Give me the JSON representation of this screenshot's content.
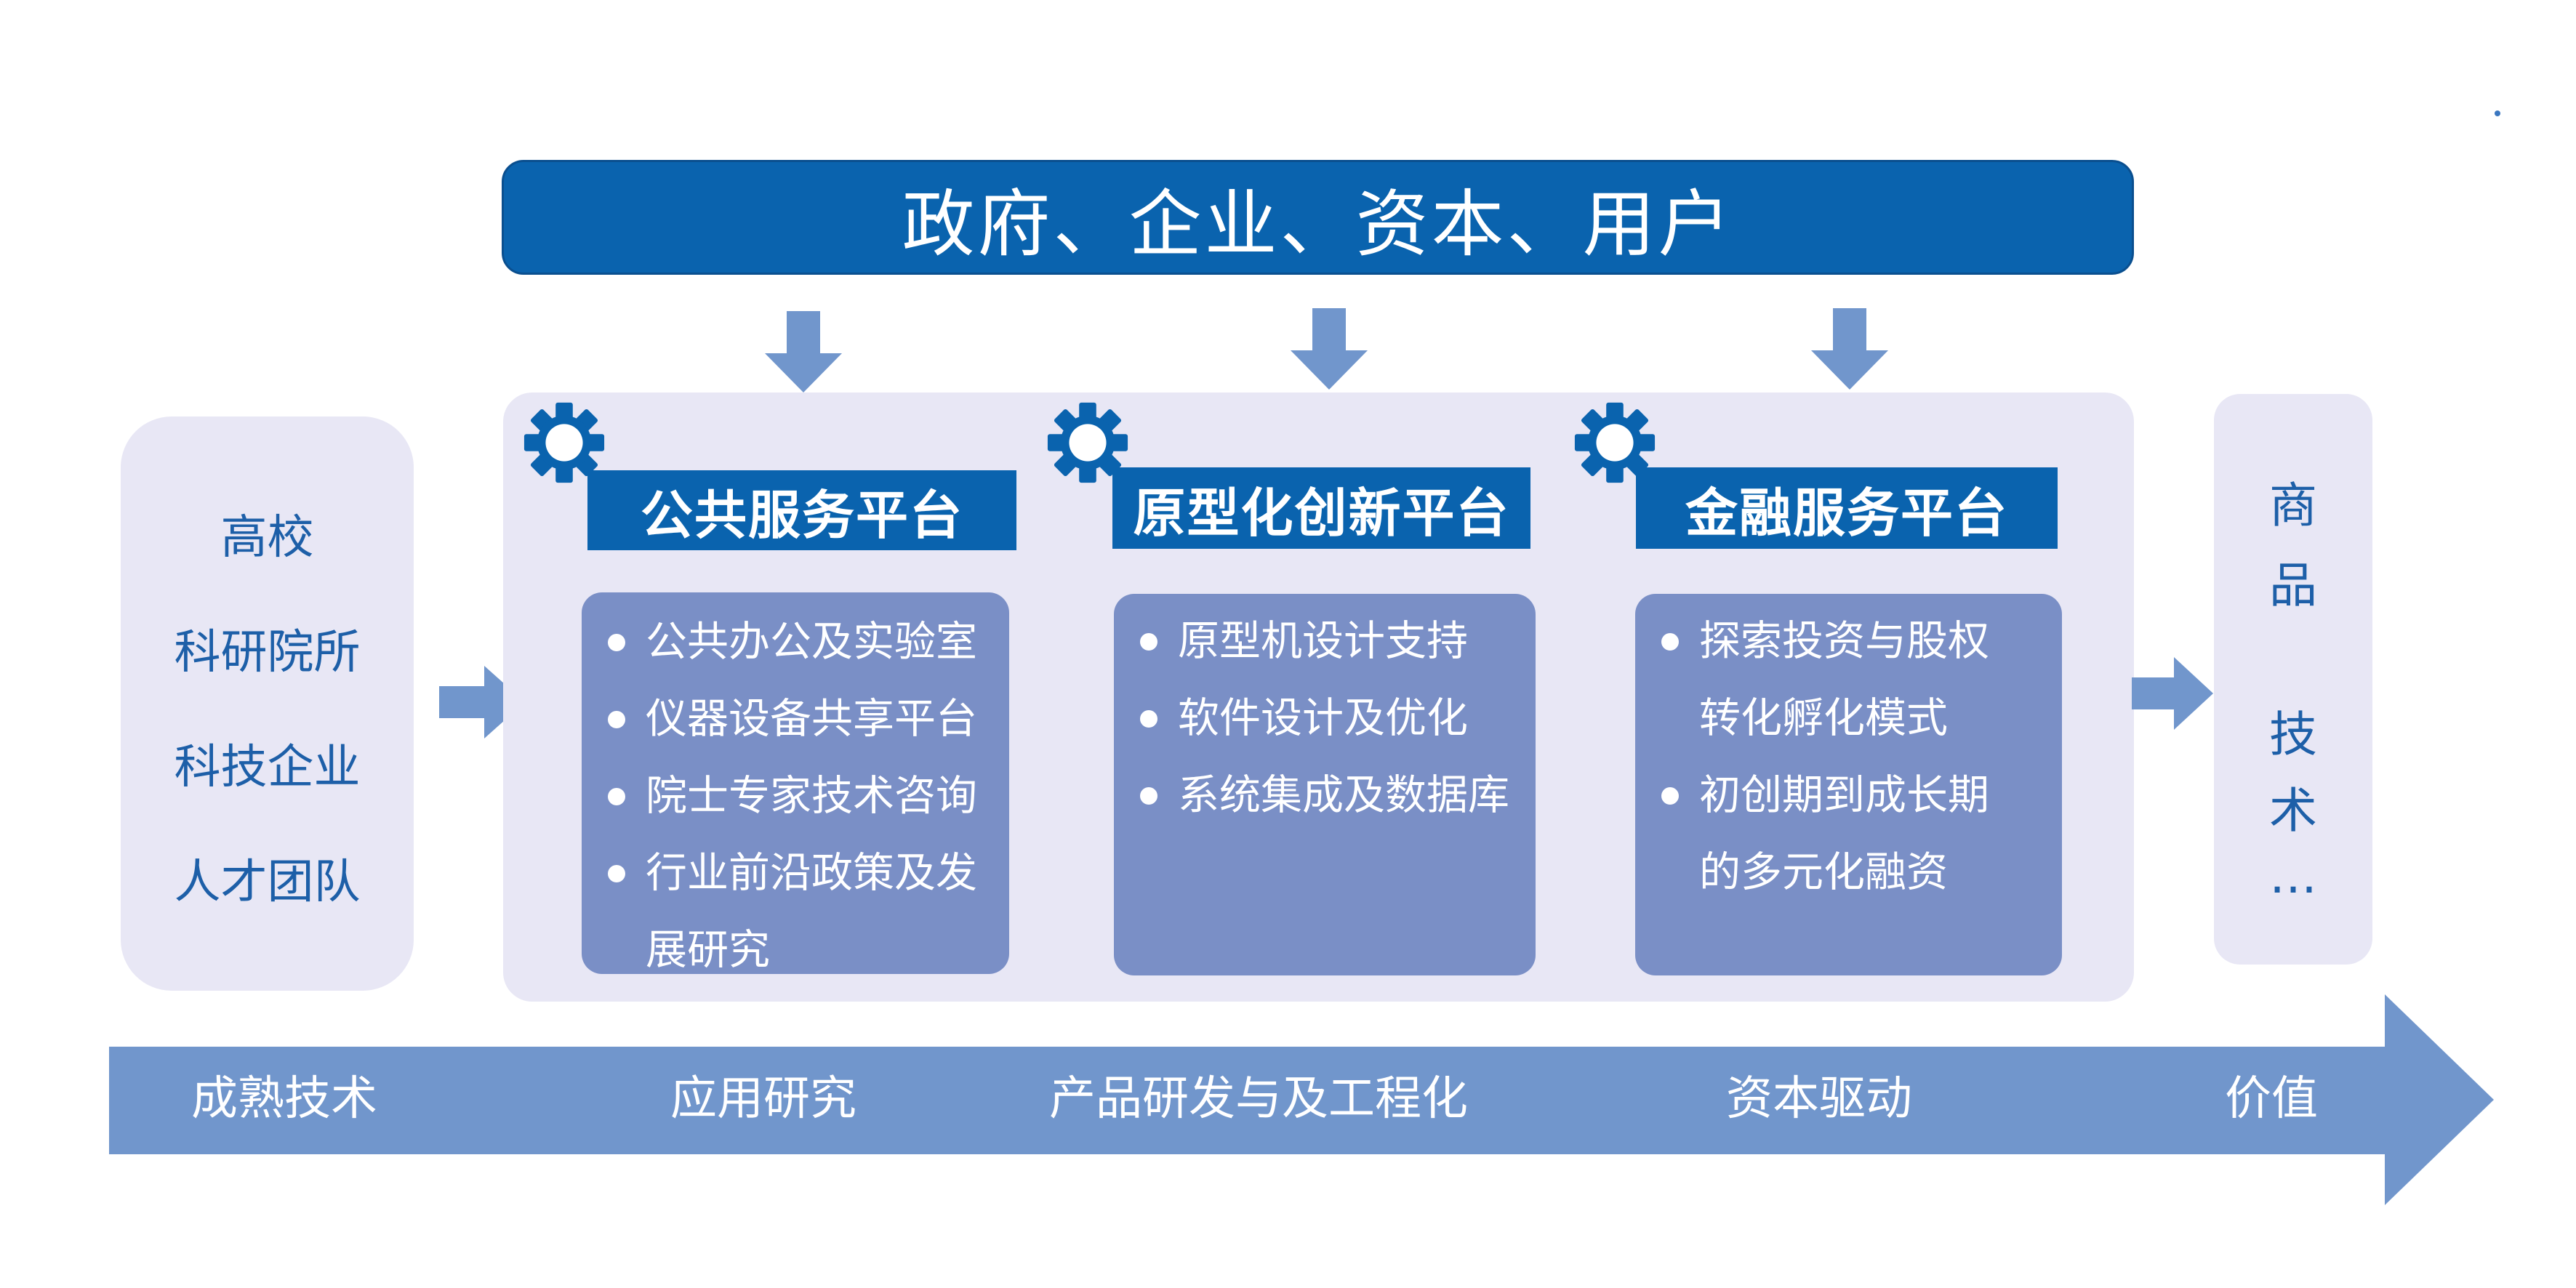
{
  "top_banner": {
    "text": "政府、企业、资本、用户"
  },
  "left_panel": {
    "items": [
      "高校",
      "科研院所",
      "科技企业",
      "人才团队"
    ]
  },
  "right_panel": {
    "items": [
      "商",
      "品",
      "技",
      "术",
      "…"
    ]
  },
  "platforms": [
    {
      "title": "公共服务平台",
      "lines": [
        "公共办公及实验室",
        "仪器设备共享平台",
        "院士专家技术咨询",
        "行业前沿政策及发",
        "展研究"
      ]
    },
    {
      "title": "原型化创新平台",
      "lines": [
        "原型机设计支持",
        "软件设计及优化",
        "系统集成及数据库"
      ]
    },
    {
      "title": "金融服务平台",
      "lines": [
        "探索投资与股权",
        "转化孵化模式",
        "初创期到成长期",
        "的多元化融资"
      ]
    }
  ],
  "stages": [
    "成熟技术",
    "应用研究",
    "产品研发与及工程化",
    "资本驱动",
    "价值"
  ],
  "colors": {
    "banner_blue": "#0a63ae",
    "arrow_blue": "#7196cc",
    "panel_lavender": "#e8e7f5",
    "content_box": "#7a8fc6",
    "text_blue": "#1d5fa8"
  },
  "icons": {
    "gear": "gear-icon",
    "down_arrow": "arrow-down-icon",
    "right_arrow": "arrow-right-icon"
  }
}
